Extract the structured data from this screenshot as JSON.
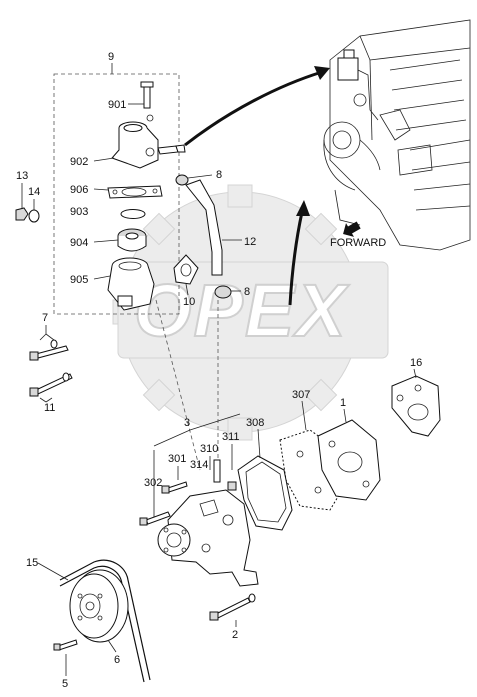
{
  "watermark": {
    "text": "OPEX"
  },
  "engine_label": "FORWARD",
  "callouts": [
    {
      "id": "c9",
      "text": "9"
    },
    {
      "id": "c901",
      "text": "901"
    },
    {
      "id": "c902",
      "text": "902"
    },
    {
      "id": "c906",
      "text": "906"
    },
    {
      "id": "c903",
      "text": "903"
    },
    {
      "id": "c904",
      "text": "904"
    },
    {
      "id": "c905",
      "text": "905"
    },
    {
      "id": "c13",
      "text": "13"
    },
    {
      "id": "c14",
      "text": "14"
    },
    {
      "id": "c8a",
      "text": "8"
    },
    {
      "id": "c8b",
      "text": "8"
    },
    {
      "id": "c12",
      "text": "12"
    },
    {
      "id": "c10",
      "text": "10"
    },
    {
      "id": "c7",
      "text": "7"
    },
    {
      "id": "c11",
      "text": "11"
    },
    {
      "id": "c16",
      "text": "16"
    },
    {
      "id": "c307",
      "text": "307"
    },
    {
      "id": "c1",
      "text": "1"
    },
    {
      "id": "c308",
      "text": "308"
    },
    {
      "id": "c3",
      "text": "3"
    },
    {
      "id": "c310",
      "text": "310"
    },
    {
      "id": "c311",
      "text": "311"
    },
    {
      "id": "c301",
      "text": "301"
    },
    {
      "id": "c314",
      "text": "314"
    },
    {
      "id": "c302",
      "text": "302"
    },
    {
      "id": "c15",
      "text": "15"
    },
    {
      "id": "c6",
      "text": "6"
    },
    {
      "id": "c5",
      "text": "5"
    },
    {
      "id": "c2",
      "text": "2"
    }
  ]
}
